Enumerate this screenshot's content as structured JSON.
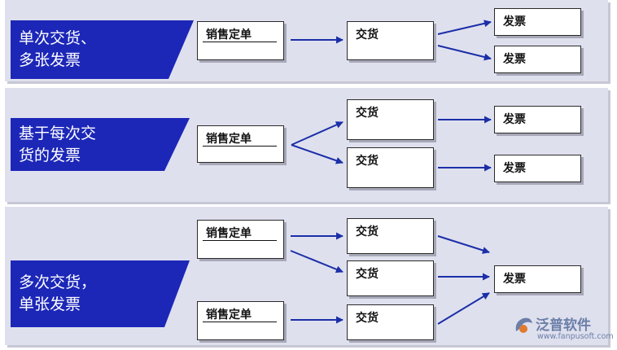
{
  "colors": {
    "banner": "#1c27b8",
    "panel": "#dfe0ee",
    "arrow": "#1b2fa8"
  },
  "rows": [
    {
      "title_lines": [
        "单次交货、",
        "多张发票"
      ],
      "orders": [
        "销售定单"
      ],
      "deliveries": [
        "交货"
      ],
      "invoices": [
        "发票",
        "发票"
      ]
    },
    {
      "title_lines": [
        "基于每次交",
        "货的发票"
      ],
      "orders": [
        "销售定单"
      ],
      "deliveries": [
        "交货",
        "交货"
      ],
      "invoices": [
        "发票",
        "发票"
      ]
    },
    {
      "title_lines": [
        "多次交货，",
        "单张发票"
      ],
      "orders": [
        "销售定单",
        "销售定单"
      ],
      "deliveries": [
        "交货",
        "交货",
        "交货"
      ],
      "invoices": [
        "发票"
      ]
    }
  ],
  "watermark": {
    "name": "泛普软件",
    "url": "www.fanpusoft.com",
    "icon": "fanpu-logo-icon"
  }
}
